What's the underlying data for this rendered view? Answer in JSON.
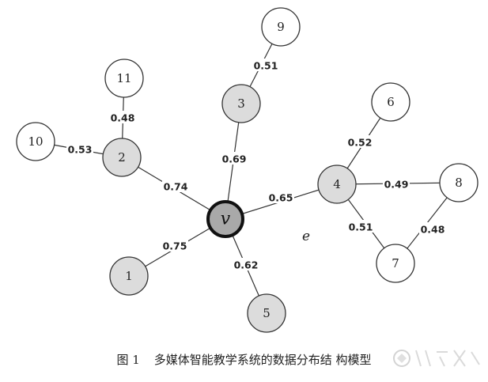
{
  "diagram": {
    "nodes": [
      {
        "id": "v",
        "label": "v",
        "shade": "center"
      },
      {
        "id": "1",
        "label": "1",
        "shade": "gray"
      },
      {
        "id": "2",
        "label": "2",
        "shade": "gray"
      },
      {
        "id": "3",
        "label": "3",
        "shade": "gray"
      },
      {
        "id": "4",
        "label": "4",
        "shade": "gray"
      },
      {
        "id": "5",
        "label": "5",
        "shade": "gray"
      },
      {
        "id": "6",
        "label": "6",
        "shade": "white"
      },
      {
        "id": "7",
        "label": "7",
        "shade": "white"
      },
      {
        "id": "8",
        "label": "8",
        "shade": "white"
      },
      {
        "id": "9",
        "label": "9",
        "shade": "white"
      },
      {
        "id": "10",
        "label": "10",
        "shade": "white"
      },
      {
        "id": "11",
        "label": "11",
        "shade": "white"
      }
    ],
    "edges": [
      {
        "from": "v",
        "to": "2",
        "weight": "0.74"
      },
      {
        "from": "v",
        "to": "3",
        "weight": "0.69"
      },
      {
        "from": "v",
        "to": "4",
        "weight": "0.65"
      },
      {
        "from": "v",
        "to": "1",
        "weight": "0.75"
      },
      {
        "from": "v",
        "to": "5",
        "weight": "0.62"
      },
      {
        "from": "2",
        "to": "11",
        "weight": "0.48"
      },
      {
        "from": "2",
        "to": "10",
        "weight": "0.53"
      },
      {
        "from": "3",
        "to": "9",
        "weight": "0.51"
      },
      {
        "from": "4",
        "to": "6",
        "weight": "0.52"
      },
      {
        "from": "4",
        "to": "8",
        "weight": "0.49"
      },
      {
        "from": "4",
        "to": "7",
        "weight": "0.51"
      },
      {
        "from": "7",
        "to": "8",
        "weight": "0.48"
      }
    ],
    "free_labels": [
      "e"
    ]
  },
  "caption": {
    "number": "图 1",
    "text": "多媒体智能教学系统的数据分布结 构模型"
  },
  "colors": {
    "gray_fill": "#dcdcdc",
    "white_fill": "#ffffff",
    "center_fill": "#a9a9a9",
    "stroke": "#333333"
  }
}
